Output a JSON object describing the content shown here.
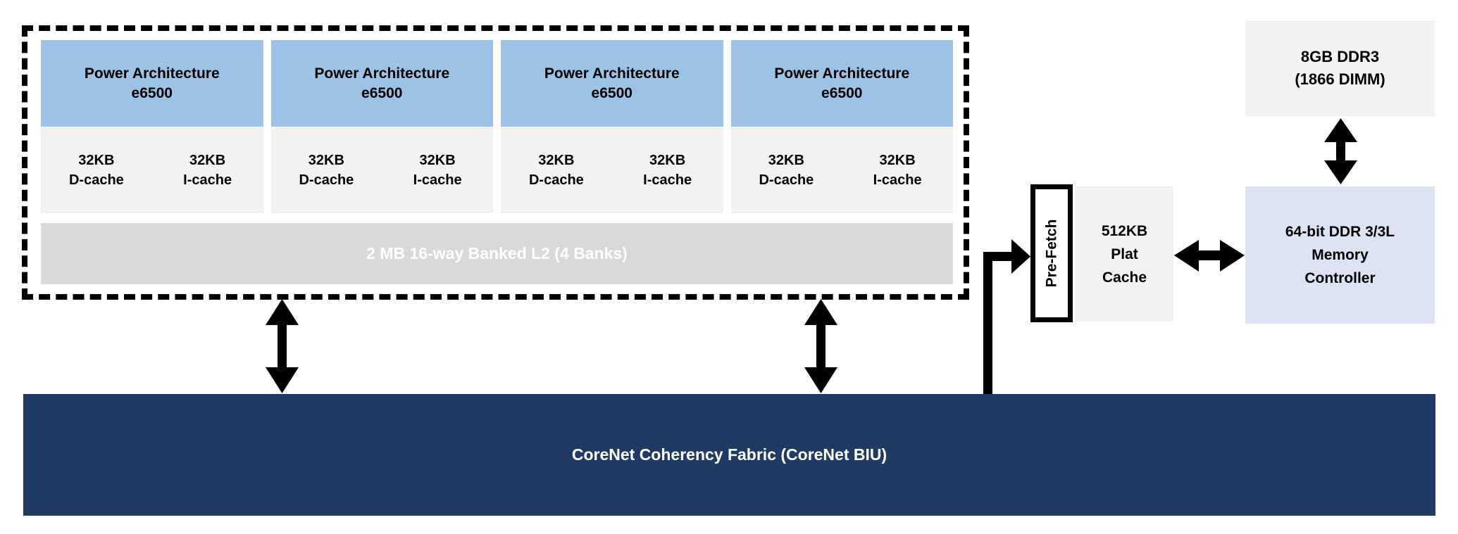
{
  "cores": [
    {
      "line1": "Power Architecture",
      "line2": "e6500",
      "dcache_size": "32KB",
      "dcache_label": "D-cache",
      "icache_size": "32KB",
      "icache_label": "I-cache"
    },
    {
      "line1": "Power Architecture",
      "line2": "e6500",
      "dcache_size": "32KB",
      "dcache_label": "D-cache",
      "icache_size": "32KB",
      "icache_label": "I-cache"
    },
    {
      "line1": "Power Architecture",
      "line2": "e6500",
      "dcache_size": "32KB",
      "dcache_label": "D-cache",
      "icache_size": "32KB",
      "icache_label": "I-cache"
    },
    {
      "line1": "Power Architecture",
      "line2": "e6500",
      "dcache_size": "32KB",
      "dcache_label": "D-cache",
      "icache_size": "32KB",
      "icache_label": "I-cache"
    }
  ],
  "l2_label": "2 MB 16-way Banked L2 (4 Banks)",
  "prefetch_label": "Pre-Fetch",
  "plat_cache": {
    "line1": "512KB",
    "line2": "Plat",
    "line3": "Cache"
  },
  "memory_controller": {
    "line1": "64-bit DDR 3/3L",
    "line2": "Memory",
    "line3": "Controller"
  },
  "dram": {
    "line1": "8GB DDR3",
    "line2": "(1866 DIMM)"
  },
  "fabric_label": "CoreNet Coherency Fabric (CoreNet BIU)",
  "colors": {
    "core_blue": "#9CC2E5",
    "light_gray": "#F2F2F2",
    "l2_gray": "#D9D9D9",
    "mem_blue": "#DCE3F3",
    "fabric_navy": "#213A63"
  }
}
